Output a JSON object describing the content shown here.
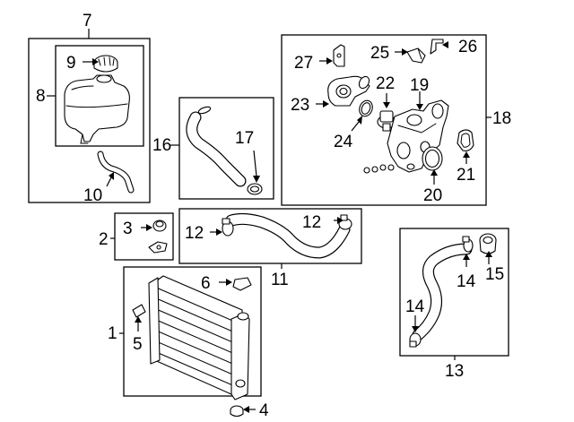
{
  "callouts": {
    "c1": "1",
    "c2": "2",
    "c3": "3",
    "c4": "4",
    "c5": "5",
    "c6": "6",
    "c7": "7",
    "c8": "8",
    "c9": "9",
    "c10": "10",
    "c11": "11",
    "c12a": "12",
    "c12b": "12",
    "c13": "13",
    "c14a": "14",
    "c14b": "14",
    "c15": "15",
    "c16": "16",
    "c17": "17",
    "c18": "18",
    "c19": "19",
    "c20": "20",
    "c21": "21",
    "c22": "22",
    "c23": "23",
    "c24": "24",
    "c25": "25",
    "c26": "26",
    "c27": "27"
  }
}
